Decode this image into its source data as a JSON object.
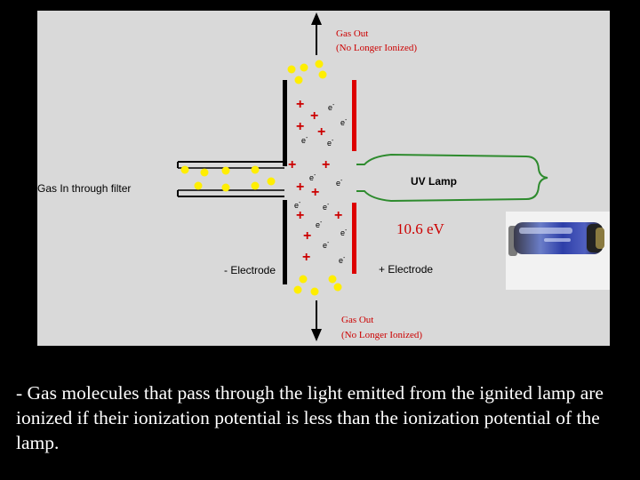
{
  "labels": {
    "gas_out_top_line1": "Gas Out",
    "gas_out_top_line2": "(No Longer Ionized)",
    "gas_out_bottom_line1": "Gas Out",
    "gas_out_bottom_line2": "(No Longer Ionized)",
    "gas_in": "Gas In through filter",
    "uv_lamp": "UV Lamp",
    "energy": "10.6 eV",
    "neg_electrode": "- Electrode",
    "pos_electrode": "+ Electrode",
    "plus_symbol": "+",
    "electron_symbol": "e-"
  },
  "caption": "- Gas molecules that pass through the light emitted from the ignited lamp are ionized if their ionization potential is less than the ionization potential of the lamp.",
  "colors": {
    "background": "#000000",
    "panel": "#d9d9d9",
    "molecule": "#ffee00",
    "ion": "#cc0000",
    "lamp_outline": "#2e8b2e",
    "positive_electrode": "#dd0000",
    "negative_electrode": "#000000",
    "text_red": "#cc0000"
  }
}
